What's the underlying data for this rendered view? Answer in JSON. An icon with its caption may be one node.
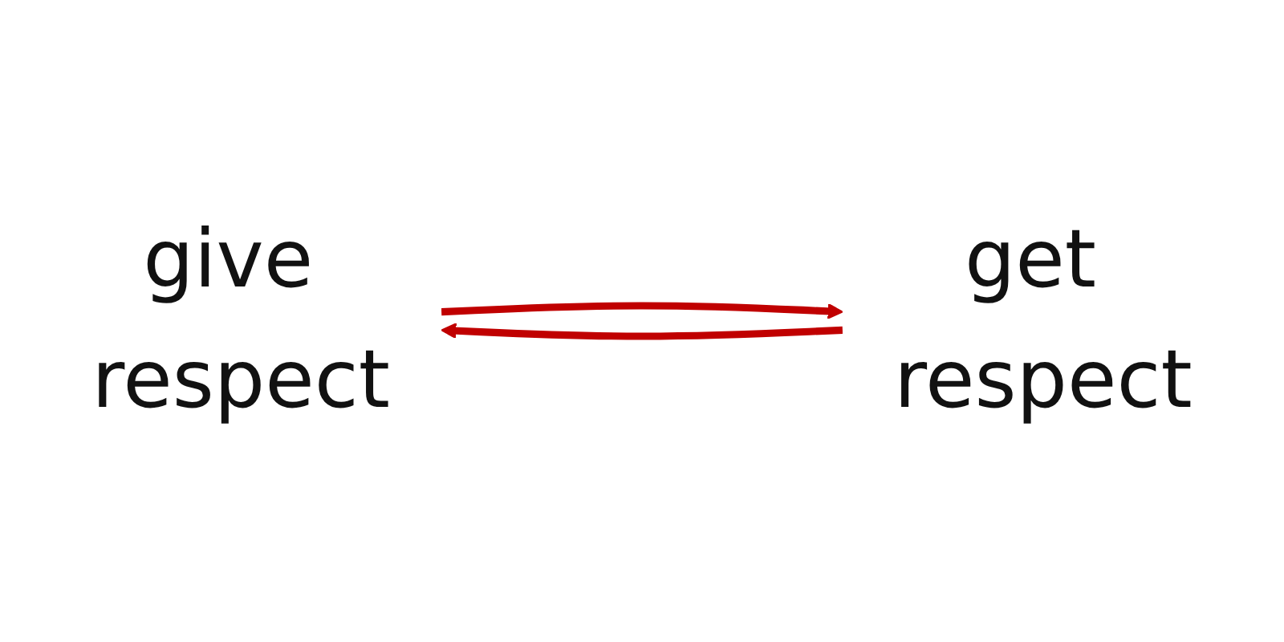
{
  "diagram": {
    "nodes": [
      {
        "text": [
          "give respect"
        ]
      },
      {
        "text": [
          "get respect"
        ]
      }
    ],
    "edges": [
      {
        "from": 0,
        "to": 1,
        "arrow": "to"
      },
      {
        "from": 1,
        "to": 0,
        "arrow": "to"
      }
    ]
  }
}
